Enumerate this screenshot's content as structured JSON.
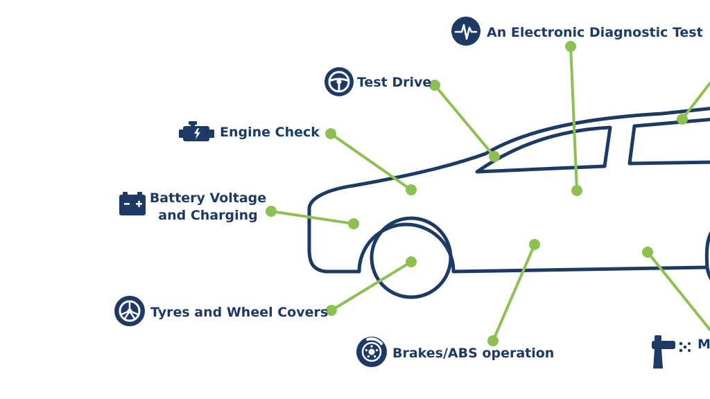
{
  "colors": {
    "navy": "#1d3a66",
    "green": "#8cc152",
    "background": "#ffffff"
  },
  "labels": {
    "electronic_diagnostic": "An Electronic Diagnostic Test",
    "test_drive": "Test Drive",
    "engine_check": "Engine Check",
    "battery_line1": "Battery Voltage",
    "battery_line2": "and Charging",
    "tyres": "Tyres and Wheel Covers",
    "brakes": "Brakes/ABS operation",
    "cut_off_right": "M"
  },
  "icons": {
    "electronic_diagnostic": "heartbeat-icon",
    "test_drive": "steering-wheel-icon",
    "engine_check": "engine-icon",
    "battery": "battery-icon",
    "tyres": "wheel-icon",
    "brakes": "brake-disc-icon",
    "cut_off_right": "spray-gun-icon"
  }
}
